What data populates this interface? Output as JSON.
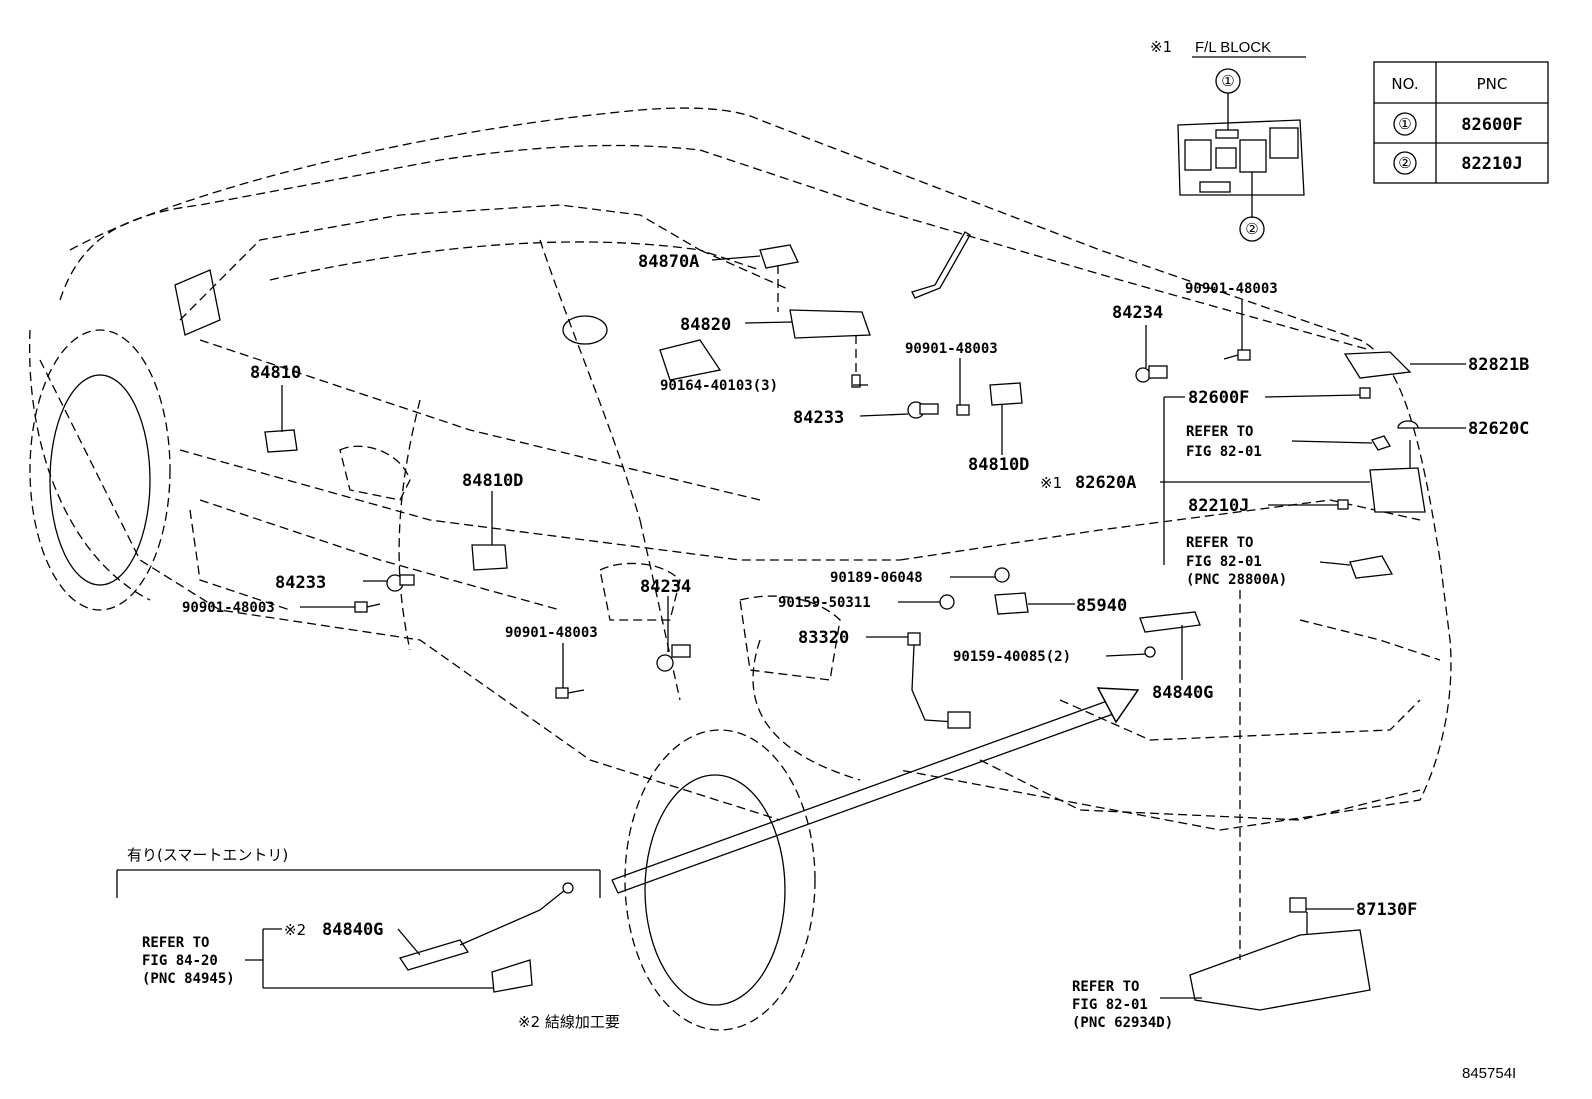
{
  "fl_block": {
    "marker": "※1",
    "title": "F/L BLOCK",
    "callouts": [
      "①",
      "②"
    ]
  },
  "pnc_table": {
    "headers": [
      "NO.",
      "PNC"
    ],
    "rows": [
      {
        "no": "①",
        "pnc": "82600F"
      },
      {
        "no": "②",
        "pnc": "82210J"
      }
    ]
  },
  "labels": {
    "p84870A": "84870A",
    "p84820": "84820",
    "p84810": "84810",
    "p84810D_a": "84810D",
    "p84810D_b": "84810D",
    "p84234_a": "84234",
    "p84234_b": "84234",
    "p84233_a": "84233",
    "p84233_b": "84233",
    "p90901_a": "90901-48003",
    "p90901_b": "90901-48003",
    "p90901_c": "90901-48003",
    "p90901_d": "90901-48003",
    "p90164": "90164-40103(3)",
    "p82821B": "82821B",
    "p82600F": "82600F",
    "p82620C": "82620C",
    "ref1_a": "REFER TO",
    "ref1_b": "FIG 82-01",
    "mark1": "※1",
    "p82620A": "82620A",
    "p82210J": "82210J",
    "ref2_a": "REFER TO",
    "ref2_b": "FIG 82-01",
    "ref2_c": "(PNC 28800A)",
    "p90189": "90189-06048",
    "p90159_a": "90159-50311",
    "p85940": "85940",
    "p83320": "83320",
    "p90159_b": "90159-40085(2)",
    "p84840G_a": "84840G",
    "smart_entry": "有り(スマートエントリ)",
    "ref3_a": "REFER TO",
    "ref3_b": "FIG 84-20",
    "ref3_c": "(PNC 84945)",
    "mark2": "※2",
    "p84840G_b": "84840G",
    "note2": "※2 結線加工要",
    "p87130F": "87130F",
    "ref4_a": "REFER TO",
    "ref4_b": "FIG 82-01",
    "ref4_c": "(PNC 62934D)",
    "fig_no": "845754I"
  }
}
